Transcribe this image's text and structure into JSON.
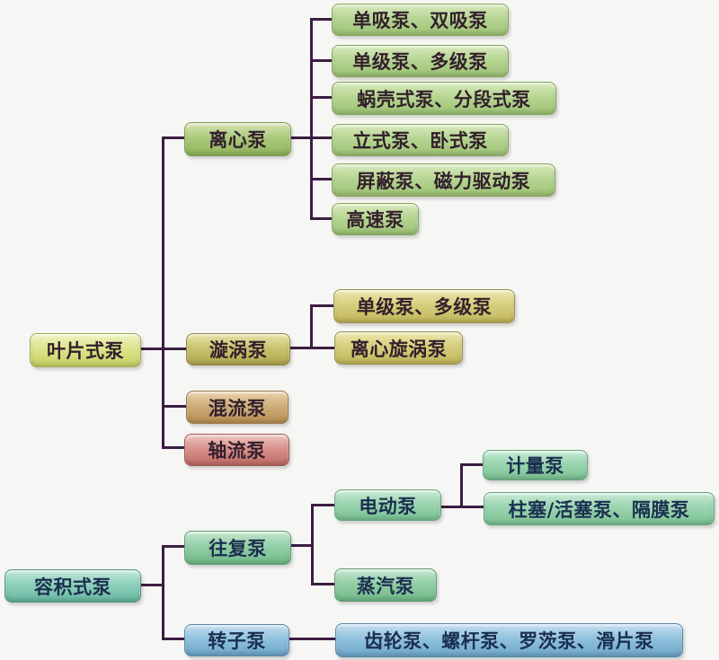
{
  "diagram": {
    "background_color": "#f6f6f4",
    "line_color": "#3b1d42",
    "tree1": {
      "root": {
        "label": "叶片式泵",
        "color": "#dde48b"
      },
      "children": [
        {
          "label": "离心泵",
          "color": "#abca7d",
          "children": [
            {
              "label": "单吸泵、双吸泵",
              "color": "#b6d693"
            },
            {
              "label": "单级泵、多级泵",
              "color": "#b6d693"
            },
            {
              "label": "蜗壳式泵、分段式泵",
              "color": "#b6d693"
            },
            {
              "label": "立式泵、卧式泵",
              "color": "#b6d693"
            },
            {
              "label": "屏蔽泵、磁力驱动泵",
              "color": "#b6d693"
            },
            {
              "label": "高速泵",
              "color": "#b6d693"
            }
          ]
        },
        {
          "label": "漩涡泵",
          "color": "#cac471",
          "children": [
            {
              "label": "单级泵、多级泵",
              "color": "#d7cf7c"
            },
            {
              "label": "离心旋涡泵",
              "color": "#d7cf7c"
            }
          ]
        },
        {
          "label": "混流泵",
          "color": "#cfae7c"
        },
        {
          "label": "轴流泵",
          "color": "#d9938e"
        }
      ]
    },
    "tree2": {
      "root": {
        "label": "容积式泵",
        "color": "#8ed0bc"
      },
      "children": [
        {
          "label": "往复泵",
          "color": "#93cfa7",
          "children": [
            {
              "label": "电动泵",
              "color": "#9bd5b0",
              "children": [
                {
                  "label": "计量泵",
                  "color": "#9bd5b0"
                },
                {
                  "label": "柱塞/活塞泵、隔膜泵",
                  "color": "#9bd5b0"
                }
              ]
            },
            {
              "label": "蒸汽泵",
              "color": "#93cfa7"
            }
          ]
        },
        {
          "label": "转子泵",
          "color": "#91c2de",
          "children": [
            {
              "label": "齿轮泵、螺杆泵、罗茨泵、滑片泵",
              "color": "#91c2de"
            }
          ]
        }
      ]
    }
  }
}
